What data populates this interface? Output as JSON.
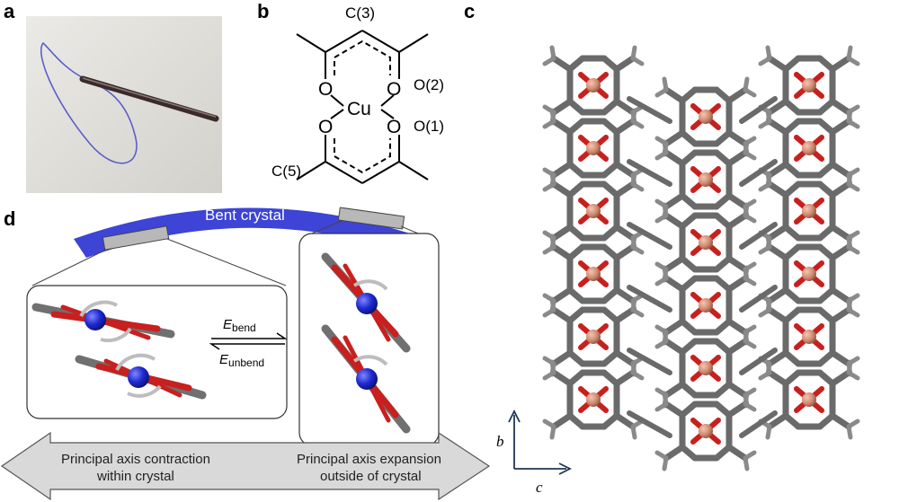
{
  "panels": {
    "a": "a",
    "b": "b",
    "c": "c",
    "d": "d"
  },
  "structure": {
    "c3": "C(3)",
    "o2": "O(2)",
    "o1": "O(1)",
    "c5": "C(5)",
    "cu": "Cu",
    "o": "O"
  },
  "bend": {
    "label": "Bent crystal",
    "e_bend_main": "E",
    "e_bend_sub": "bend",
    "e_unbend_main": "E",
    "e_unbend_sub": "unbend"
  },
  "arrow": {
    "left_line1": "Principal axis contraction",
    "left_line2": "within crystal",
    "right_line1": "Principal axis expansion",
    "right_line2": "outside of crystal"
  },
  "axes": {
    "b": "b",
    "c": "c"
  },
  "colors": {
    "bend_bar": "#3d44d6",
    "copper": "#d99a82",
    "oxygen": "#c8201e",
    "carbon": "#6a6a6a",
    "cu_sphere": "#1f2ad0"
  }
}
